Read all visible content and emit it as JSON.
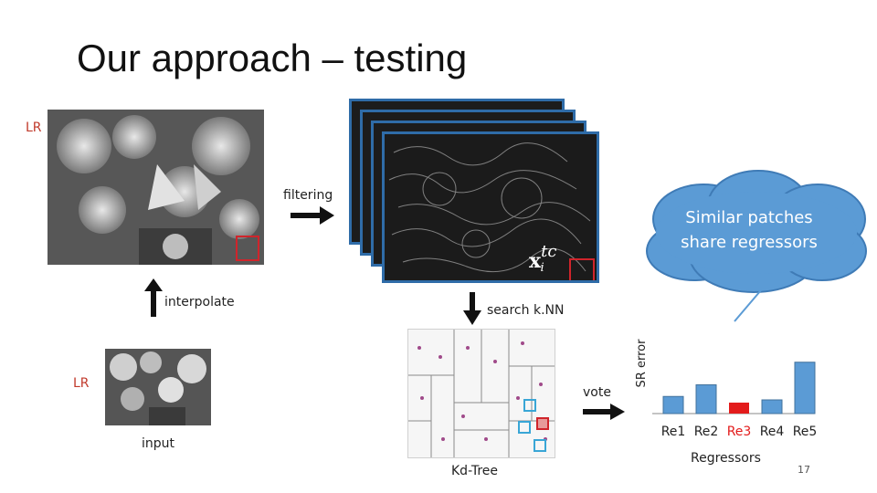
{
  "slide": {
    "title": "Our approach – testing",
    "page_number": "17"
  },
  "labels": {
    "lr_top": "LR",
    "lr_bottom": "LR",
    "filtering": "filtering",
    "interpolate": "interpolate",
    "input": "input",
    "search_knn": "search k.NN",
    "vote": "vote",
    "kd_tree": "Kd-Tree",
    "feature_symbol": "x",
    "feature_superscript": "tc",
    "feature_subscript": "i"
  },
  "cloud": {
    "line1": "Similar patches",
    "line2": "share regressors"
  },
  "chart": {
    "ylabel": "SR error",
    "xlabel": "Regressors"
  },
  "chart_data": {
    "type": "bar",
    "categories": [
      "Re1",
      "Re2",
      "Re3",
      "Re4",
      "Re5"
    ],
    "values": [
      0.25,
      0.42,
      0.12,
      0.2,
      0.75
    ],
    "highlight_index": 2,
    "highlight_color": "#e31b1b",
    "bar_color": "#5b9bd5",
    "xlabel": "Regressors",
    "ylabel": "SR error",
    "grid": false
  },
  "colors": {
    "accent_blue": "#2f6ca8",
    "highlight_red": "#d0242b",
    "cloud_fill": "#5b9bd5",
    "lr_text": "#c0392b"
  }
}
